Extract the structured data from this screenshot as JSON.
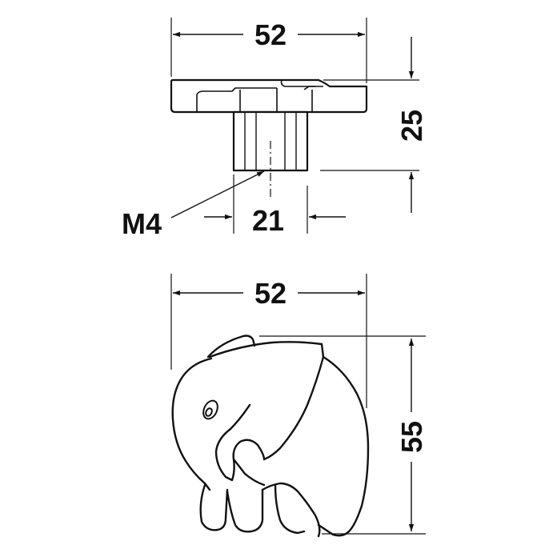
{
  "top_view": {
    "width_label": "52",
    "height_label": "25",
    "shaft_label": "21",
    "thread_label": "M4"
  },
  "bottom_view": {
    "width_label": "52",
    "height_label": "55"
  },
  "colors": {
    "line": "#111111",
    "background": "#ffffff"
  }
}
